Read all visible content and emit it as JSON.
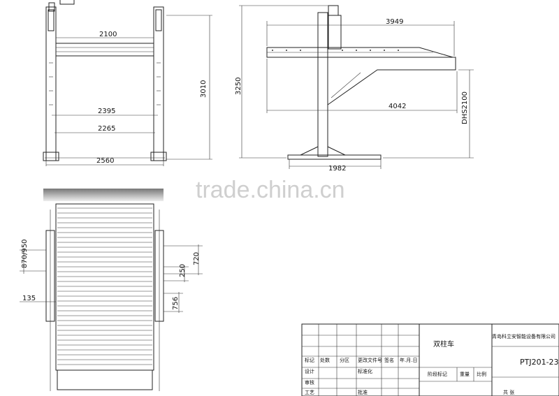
{
  "watermark": "trade.china.cn",
  "front_view": {
    "dim_top_inner": "2100",
    "dim_middle": "2395",
    "dim_lower": "2265",
    "dim_base": "2560",
    "dim_height": "3010"
  },
  "side_view": {
    "dim_platform_length": "3949",
    "dim_overall_length": "4042",
    "dim_height": "3250",
    "dim_clearance": "DHS2100",
    "dim_base": "1982"
  },
  "plan_view": {
    "dim_left_vertical": "870/950",
    "dim_left_offset": "135",
    "dim_right_upper": "720",
    "dim_right_mid": "250",
    "dim_right_lower": "756"
  },
  "title_block": {
    "company": "青岛科立安智能设备有限公司",
    "product": "双柱车",
    "drawing_number": "PTJ201-23",
    "row_labels": [
      "标记",
      "处数",
      "分区",
      "更改文件号",
      "签名",
      "年.月.日"
    ],
    "row2_labels": [
      "设计",
      "标准化"
    ],
    "row3_labels": [
      "审核"
    ],
    "row4_labels": [
      "工艺",
      "批准"
    ],
    "stage_label": "阶段标记",
    "weight_label": "重量",
    "scale_label": "比例",
    "sheet_text": "共   张"
  }
}
